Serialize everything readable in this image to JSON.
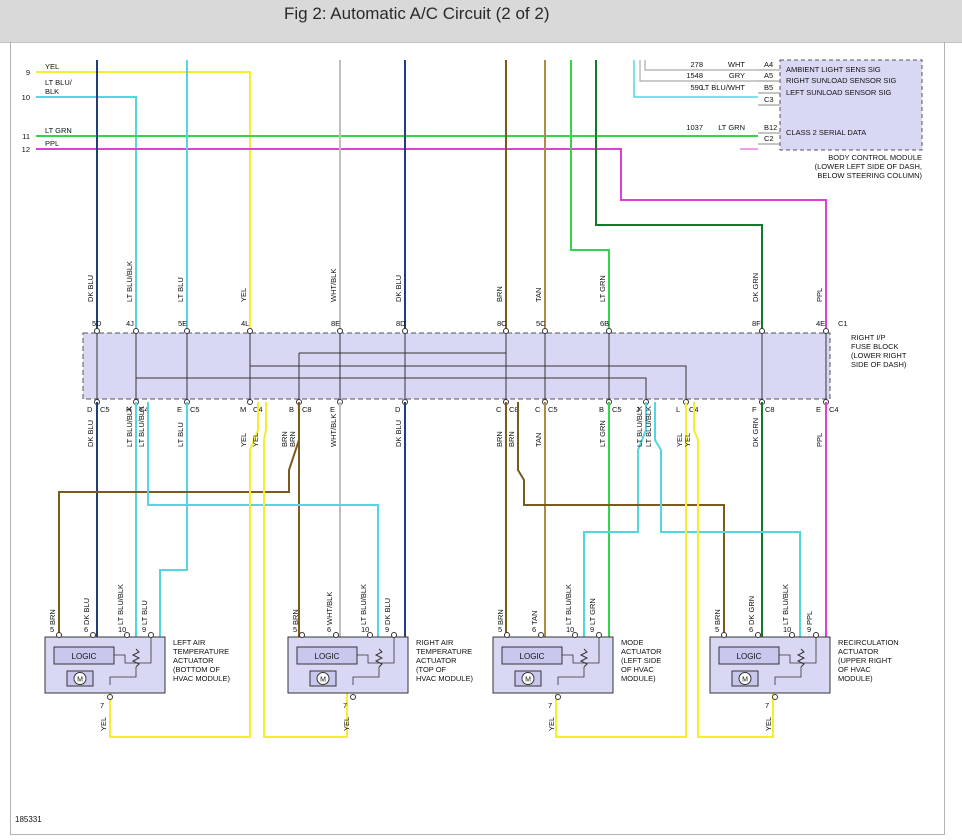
{
  "title": "Fig 2: Automatic A/C Circuit (2 of 2)",
  "figure_number": "185331",
  "colors": {
    "yel": "#f5ee2a",
    "ltblu": "#52d6e0",
    "dkblu": "#1f3f7a",
    "ltgrn": "#33d64a",
    "dkgrn": "#147a2a",
    "ppl": "#e03fd6",
    "brn": "#7a5a1e",
    "tan": "#b08a4a",
    "wht": "#bfbfbf",
    "box": "#d8d8f5"
  },
  "left_wires": [
    {
      "num": "9",
      "label": "YEL"
    },
    {
      "num": "10",
      "label": "LT BLU/",
      "label2": "BLK"
    },
    {
      "num": "11",
      "label": "LT GRN"
    },
    {
      "num": "12",
      "label": "PPL"
    }
  ],
  "bcm": {
    "rows": [
      {
        "circuit": "278",
        "color": "WHT",
        "pin": "A4",
        "signal": "AMBIENT LIGHT SENS SIG"
      },
      {
        "circuit": "1548",
        "color": "GRY",
        "pin": "A5",
        "signal": "RIGHT SUNLOAD SENSOR SIG"
      },
      {
        "circuit": "590",
        "color": "LT BLU/WHT",
        "pin": "B5",
        "signal": "LEFT SUNLOAD SENSOR SIG"
      },
      {
        "circuit": "",
        "color": "",
        "pin": "C3",
        "signal": ""
      },
      {
        "circuit": "1037",
        "color": "LT GRN",
        "pin": "B12",
        "signal": "CLASS 2 SERIAL DATA"
      },
      {
        "circuit": "",
        "color": "",
        "pin": "C2",
        "signal": ""
      }
    ],
    "caption": [
      "BODY CONTROL MODULE",
      "(LOWER LEFT SIDE OF DASH,",
      "BELOW STEERING COLUMN)"
    ]
  },
  "upper_wire_labels": [
    "DK BLU",
    "LT BLU/BLK",
    "LT BLU",
    "YEL",
    "WHT/BLK",
    "DK BLU",
    "BRN",
    "TAN",
    "LT GRN",
    "DK GRN",
    "PPL"
  ],
  "fuse_block": {
    "top_pins": [
      "5D",
      "4J",
      "5E",
      "4L",
      "8E",
      "8D",
      "8C",
      "5C",
      "6B",
      "8F",
      "4E",
      "C1"
    ],
    "caption": [
      "RIGHT I/P",
      "FUSE BLOCK",
      "(LOWER RIGHT",
      "SIDE OF DASH)"
    ],
    "bottom_pins": [
      {
        "pin": "D",
        "conn": "C5"
      },
      {
        "pin": "H",
        "conn": "C4"
      },
      {
        "pin": "E",
        "conn": "C5"
      },
      {
        "pin": "M",
        "conn": "C4"
      },
      {
        "pin": "B",
        "conn": "C8"
      },
      {
        "pin": "E",
        "conn": ""
      },
      {
        "pin": "D",
        "conn": ""
      },
      {
        "pin": "C",
        "conn": "C8"
      },
      {
        "pin": "C",
        "conn": "C5"
      },
      {
        "pin": "B",
        "conn": "C5"
      },
      {
        "pin": "J",
        "conn": ""
      },
      {
        "pin": "L",
        "conn": "C4"
      },
      {
        "pin": "F",
        "conn": "C8"
      },
      {
        "pin": "E",
        "conn": "C4"
      }
    ]
  },
  "lower_wire_labels": [
    "DK BLU",
    "LT BLU/BLK",
    "LT BLU/BLK",
    "LT BLU",
    "YEL",
    "YEL",
    "BRN",
    "BRN",
    "WHT/BLK",
    "DK BLU",
    "BRN",
    "BRN",
    "TAN",
    "LT GRN",
    "LT BLU/BLK",
    "LT BLU/BLK",
    "YEL",
    "YEL",
    "DK GRN",
    "PPL"
  ],
  "actuators": [
    {
      "name": [
        "LEFT AIR",
        "TEMPERATURE",
        "ACTUATOR",
        "(BOTTOM OF",
        "HVAC MODULE)"
      ],
      "wires": [
        "BRN",
        "DK BLU",
        "LT BLU/BLK",
        "LT BLU"
      ],
      "pins": [
        "5",
        "6",
        "10",
        "9"
      ],
      "out_pin": "7",
      "out_wire": "YEL",
      "logic": "LOGIC",
      "motor": "M"
    },
    {
      "name": [
        "RIGHT AIR",
        "TEMPERATURE",
        "ACTUATOR",
        "(TOP OF",
        "HVAC MODULE)"
      ],
      "wires": [
        "BRN",
        "WHT/BLK",
        "LT BLU/BLK",
        "DK BLU"
      ],
      "pins": [
        "5",
        "6",
        "10",
        "9"
      ],
      "out_pin": "7",
      "out_wire": "YEL",
      "logic": "LOGIC",
      "motor": "M"
    },
    {
      "name": [
        "MODE",
        "ACTUATOR",
        "(LEFT SIDE",
        "OF HVAC",
        "MODULE)"
      ],
      "wires": [
        "BRN",
        "TAN",
        "LT BLU/BLK",
        "LT GRN"
      ],
      "pins": [
        "5",
        "6",
        "10",
        "9"
      ],
      "out_pin": "7",
      "out_wire": "YEL",
      "logic": "LOGIC",
      "motor": "M"
    },
    {
      "name": [
        "RECIRCULATION",
        "ACTUATOR",
        "(UPPER RIGHT",
        "OF HVAC",
        "MODULE)"
      ],
      "wires": [
        "BRN",
        "DK GRN",
        "LT BLU/BLK",
        "PPL"
      ],
      "pins": [
        "5",
        "6",
        "10",
        "9"
      ],
      "out_pin": "7",
      "out_wire": "YEL",
      "logic": "LOGIC",
      "motor": "M"
    }
  ]
}
